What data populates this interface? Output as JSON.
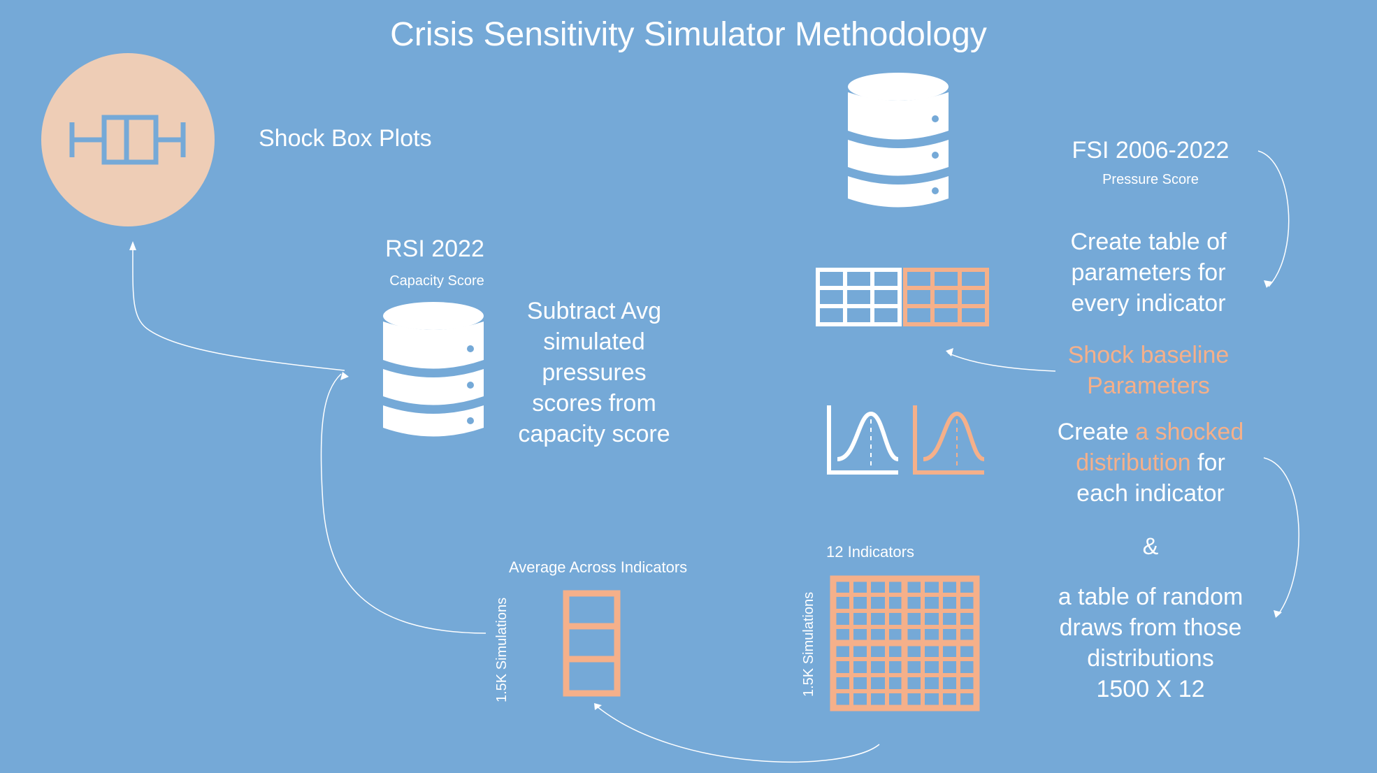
{
  "title": "Crisis Sensitivity Simulator Methodology",
  "shock_box_plots": {
    "label": "Shock Box Plots"
  },
  "rsi": {
    "title": "RSI 2022",
    "subtitle": "Capacity Score"
  },
  "subtract_text": [
    "Subtract Avg",
    "simulated",
    "pressures",
    "scores from",
    "capacity score"
  ],
  "fsi": {
    "title": "FSI 2006-2022",
    "subtitle": "Pressure Score"
  },
  "create_table_text": [
    "Create table of",
    "parameters for",
    "every indicator"
  ],
  "shock_baseline_text": [
    "Shock baseline",
    "Parameters"
  ],
  "create_dist": {
    "line1_a": "Create ",
    "line1_b": "a shocked",
    "line2_a": "distribution",
    "line2_b": " for",
    "line3": "each indicator"
  },
  "ampersand": "&",
  "random_draws_text": [
    "a table of random",
    "draws from those",
    "distributions",
    "1500 X 12"
  ],
  "indicators_label": "12 Indicators",
  "simulations_label": "1.5K Simulations",
  "average_label": "Average Across Indicators",
  "colors": {
    "background": "#75A9D7",
    "accent": "#F5B08A",
    "circle": "#EECDB6",
    "white": "#FFFFFF"
  },
  "icons": [
    "box-plot-icon",
    "database-icon",
    "table-icon",
    "bell-curve-icon",
    "arrow-icon"
  ]
}
